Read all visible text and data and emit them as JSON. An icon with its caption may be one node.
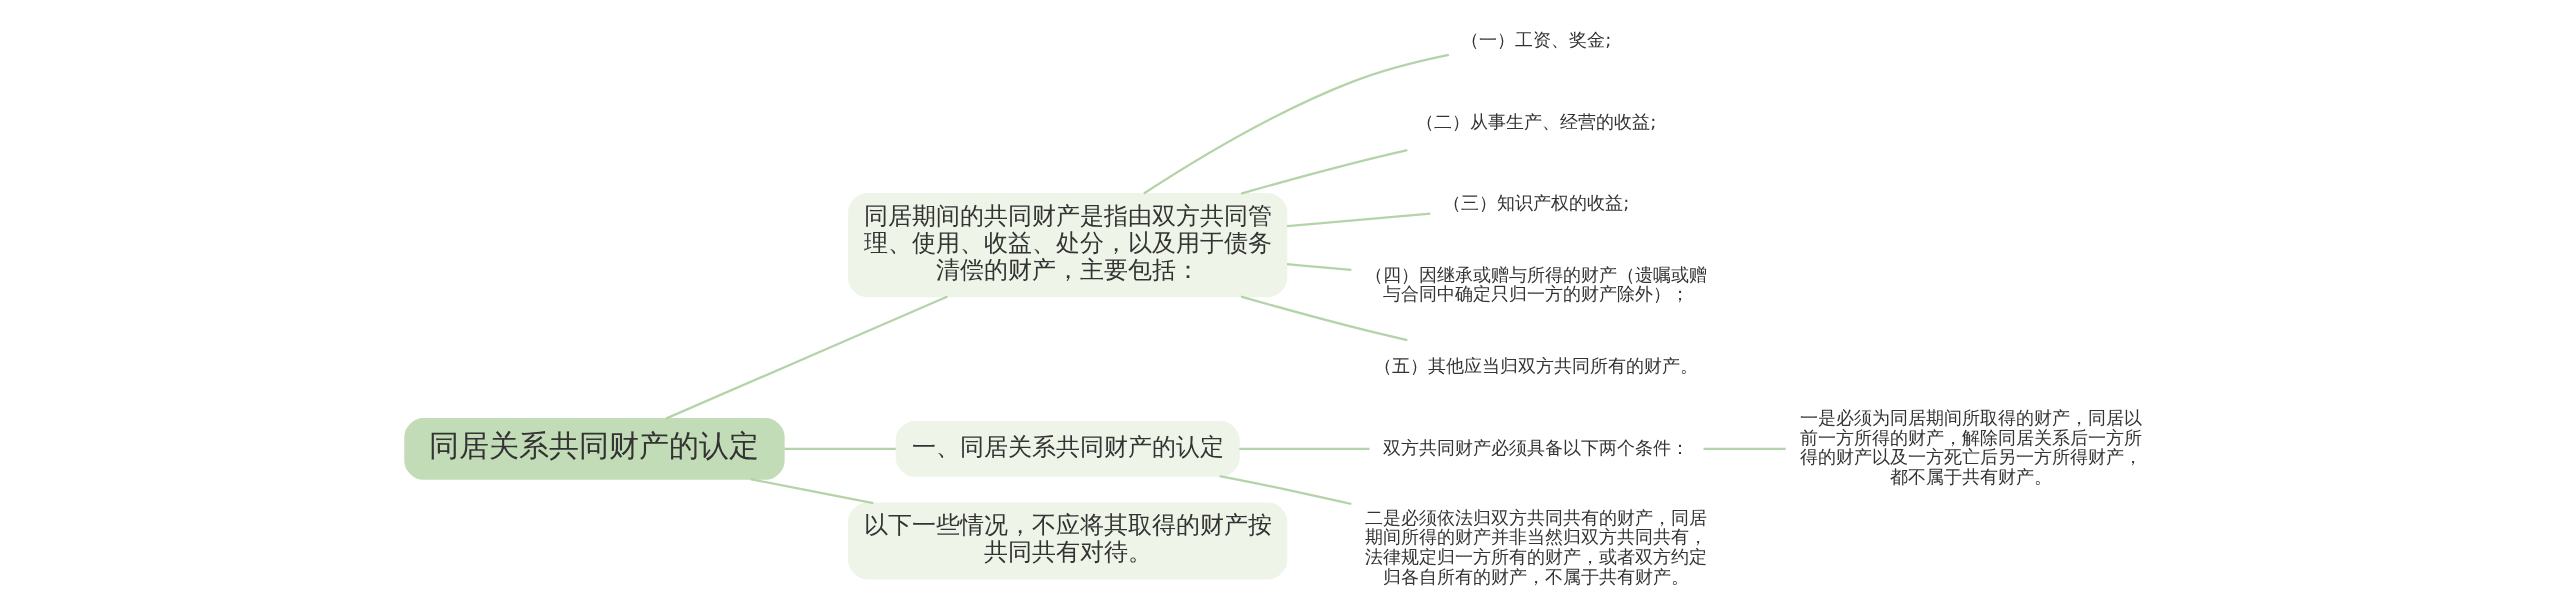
{
  "diagram": {
    "nodes": [
      {
        "text": [
          "同居关系共同财产的认定"
        ]
      },
      {
        "text": [
          "同居期间的共同财产是指由双方共同管理、使用、收益、处分，以及用于债务清偿的财产，主要包括："
        ]
      },
      {
        "text": [
          "（一）工资、奖金;"
        ]
      },
      {
        "text": [
          "（二）从事生产、经营的收益;"
        ]
      },
      {
        "text": [
          "（三）知识产权的收益;"
        ]
      },
      {
        "text": [
          "（四）因继承或赠与所得的财产（遗嘱或赠与合同中确定只归一方的财产除外）；"
        ]
      },
      {
        "text": [
          "（五）其他应当归双方共同所有的财产。"
        ]
      },
      {
        "text": [
          "一、同居关系共同财产的认定"
        ]
      },
      {
        "text": [
          "双方共同财产必须具备以下两个条件："
        ]
      },
      {
        "text": [
          "一是必须为同居期间所取得的财产，同居以前一方所得的财产，解除同居关系后一方所得的财产以及一方死亡后另一方所得财产，都不属于共有财产。"
        ]
      },
      {
        "text": [
          "二是必须依法归双方共同共有的财产，同居期间所得的财产并非当然归双方共同共有，法律规定归一方所有的财产，或者双方约定归各自所有的财产，不属于共有财产。"
        ]
      },
      {
        "text": [
          "以下一些情况，不应将其取得的财产按共同共有对待。"
        ]
      }
    ],
    "edges": [
      {
        "from": 0,
        "to": 1,
        "arrow": "none"
      },
      {
        "from": 1,
        "to": 2,
        "arrow": "none"
      },
      {
        "from": 1,
        "to": 3,
        "arrow": "none"
      },
      {
        "from": 1,
        "to": 4,
        "arrow": "none"
      },
      {
        "from": 1,
        "to": 5,
        "arrow": "none"
      },
      {
        "from": 1,
        "to": 6,
        "arrow": "none"
      },
      {
        "from": 0,
        "to": 7,
        "arrow": "none"
      },
      {
        "from": 0,
        "to": 11,
        "arrow": "none"
      },
      {
        "from": 7,
        "to": 8,
        "arrow": "none"
      },
      {
        "from": 8,
        "to": 9,
        "arrow": "none"
      },
      {
        "from": 7,
        "to": 10,
        "arrow": "none"
      }
    ]
  }
}
